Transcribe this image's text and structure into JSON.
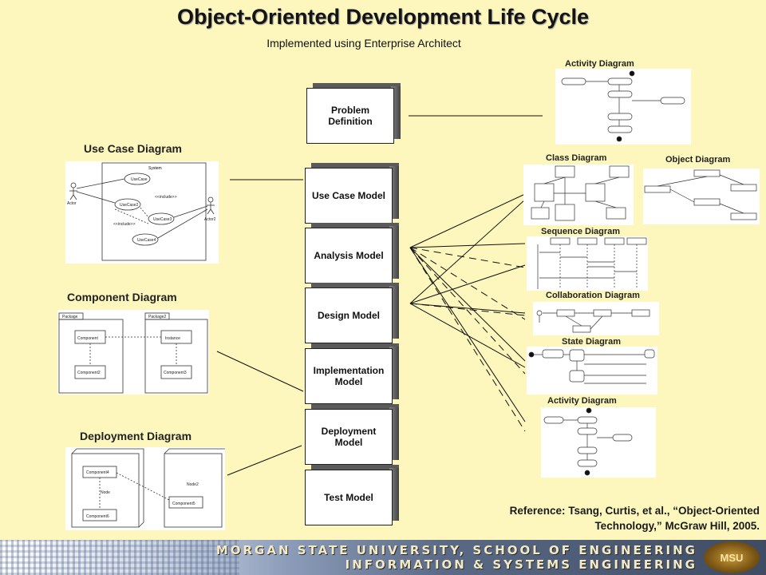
{
  "title": "Object-Oriented Development Life Cycle",
  "subtitle": "Implemented using Enterprise Architect",
  "models": [
    {
      "label": "Problem Definition"
    },
    {
      "label": "Use Case Model"
    },
    {
      "label": "Analysis Model"
    },
    {
      "label": "Design Model"
    },
    {
      "label": "Implementation Model"
    },
    {
      "label": "Deployment Model"
    },
    {
      "label": "Test Model"
    }
  ],
  "left_diagrams": {
    "use_case": {
      "title": "Use Case Diagram",
      "system": "System",
      "actors": [
        "Actor",
        "Actor2"
      ],
      "usecases": [
        "UseCase",
        "UseCase2",
        "UseCase3",
        "UseCase4"
      ],
      "relations": [
        "<<include>>",
        "<<include>>"
      ]
    },
    "component": {
      "title": "Component Diagram",
      "packages": [
        "Package",
        "Package2"
      ],
      "components": [
        "Component",
        "Component2",
        "Instance",
        "Component3"
      ]
    },
    "deployment": {
      "title": "Deployment Diagram",
      "nodes": [
        "Node",
        "Node2"
      ],
      "components": [
        "Component4",
        "Component5",
        "Component6"
      ]
    }
  },
  "right_diagrams": {
    "activity_top": {
      "title": "Activity Diagram"
    },
    "class": {
      "title": "Class Diagram"
    },
    "object": {
      "title": "Object Diagram"
    },
    "sequence": {
      "title": "Sequence Diagram"
    },
    "collaboration": {
      "title": "Collaboration Diagram"
    },
    "state": {
      "title": "State Diagram"
    },
    "activity_bottom": {
      "title": "Activity Diagram"
    }
  },
  "reference": "Reference: Tsang, Curtis, et al., “Object-Oriented Technology,” McGraw Hill, 2005.",
  "footer": {
    "line1": "Morgan State University, School of Engineering",
    "line2": "Information & Systems Engineering",
    "logo": "MSU"
  },
  "colors": {
    "background": "#FDF7BD",
    "model_shadow": "#5a5a5a",
    "footer_dark": "#3e4b63"
  }
}
